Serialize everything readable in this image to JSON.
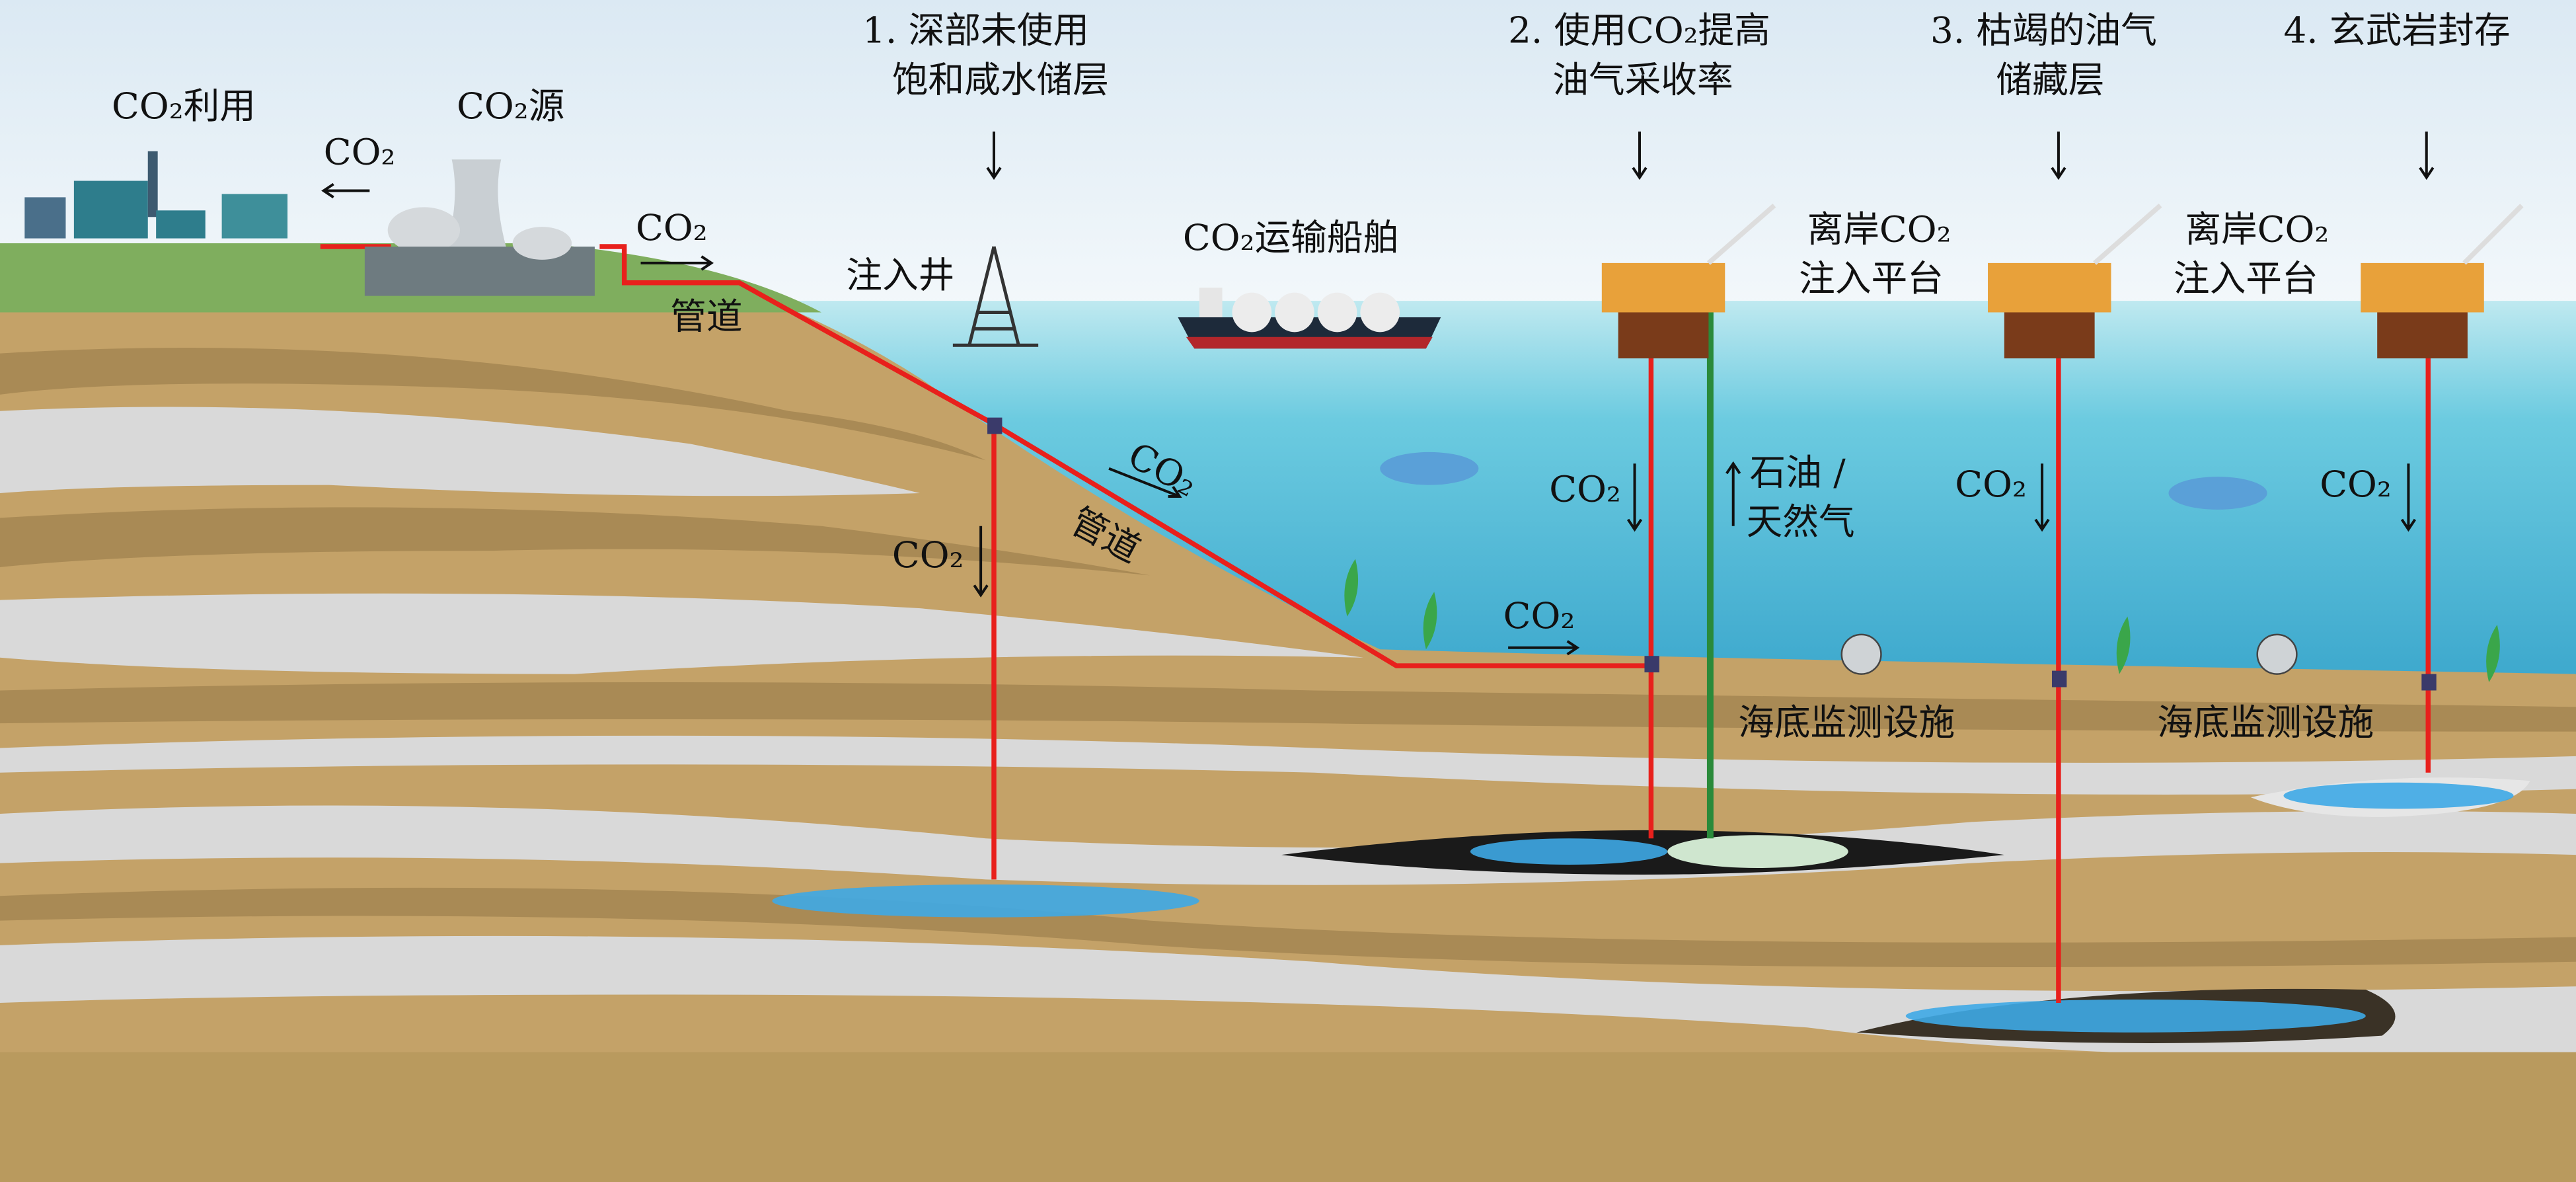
{
  "labels": {
    "co2_use": "CO₂利用",
    "co2_source": "CO₂源",
    "co2_arrow_left": "CO₂",
    "co2_pipe_land": "CO₂",
    "pipe_land": "管道",
    "site1_line1": "1. 深部未使用",
    "site1_line2": "饱和咸水储层",
    "injection_well": "注入井",
    "ship": "CO₂运输船舶",
    "co2_pipe_slope": "CO₂",
    "pipe_slope": "管道",
    "co2_well_down": "CO₂",
    "site2_line1": "2. 使用CO₂提高",
    "site2_line2": "油气采收率",
    "site3_line1": "3. 枯竭的油气",
    "site3_line2": "储藏层",
    "site4": "4. 玄武岩封存",
    "platform_a_line1": "离岸CO₂",
    "platform_a_line2": "注入平台",
    "platform_b_line1": "离岸CO₂",
    "platform_b_line2": "注入平台",
    "co2_site2": "CO₂",
    "oil_gas_line1": "石油 /",
    "oil_gas_line2": "天然气",
    "co2_seabed_pipe": "CO₂",
    "co2_site3": "CO₂",
    "co2_site4": "CO₂",
    "monitoring_a": "海底监测设施",
    "monitoring_b": "海底监测设施"
  },
  "colors": {
    "pipeline": "#e8201c",
    "oil_pipe": "#2a8a3a",
    "sea": "#5fc3dc",
    "tan": "#c4a268",
    "gray_layer": "#d6d6d6"
  }
}
